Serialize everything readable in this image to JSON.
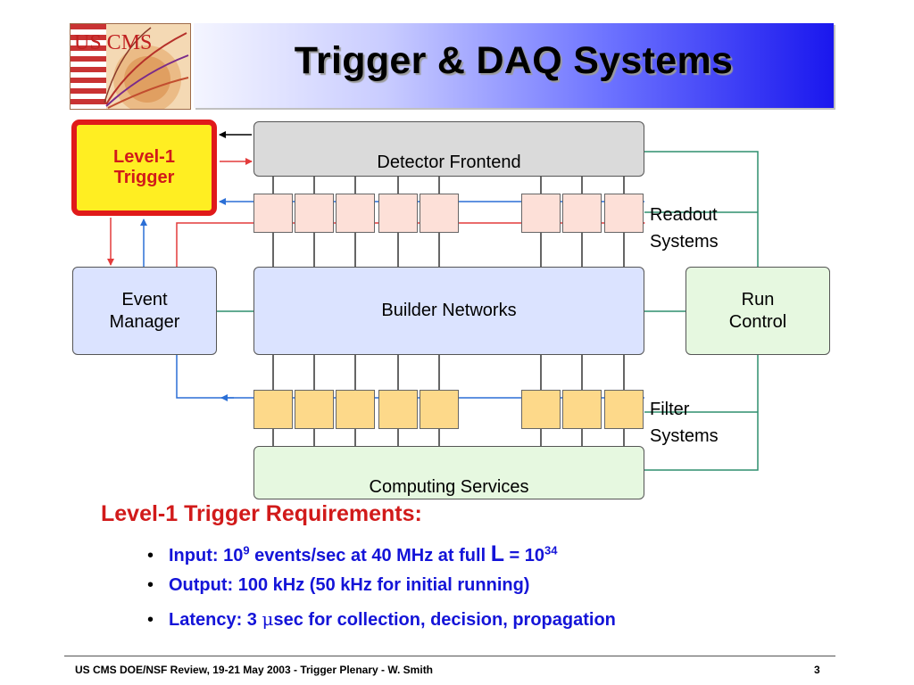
{
  "slide": {
    "title": "Trigger & DAQ Systems",
    "logo_text": "US CMS"
  },
  "diagram": {
    "detector_frontend": "Detector Frontend",
    "level1_trigger": [
      "Level-1",
      "Trigger"
    ],
    "readout_systems": [
      "Readout",
      "Systems"
    ],
    "event_manager": [
      "Event",
      "Manager"
    ],
    "builder_networks": "Builder Networks",
    "run_control": [
      "Run",
      "Control"
    ],
    "filter_systems": [
      "Filter",
      "Systems"
    ],
    "computing_services": "Computing Services",
    "colors": {
      "trigger_fill": "#ffee22",
      "trigger_border": "#e01a1a",
      "readout_cell": "#fde0d8",
      "filter_cell": "#fdd98a",
      "builder_fill": "#dbe3ff",
      "computing_fill": "#e6f8e0",
      "red_link": "#e33b3b",
      "blue_link": "#2b6fd6",
      "green_link": "#2f8f6f"
    }
  },
  "requirements": {
    "heading": "Level-1 Trigger Requirements:",
    "input": {
      "prefix": "Input: 10",
      "exp1": "9",
      "middle": " events/sec at 40 MHz at full ",
      "L": "L",
      "eq": " = 10",
      "exp2": "34"
    },
    "output": "Output: 100 kHz (50 kHz for initial running)",
    "latency": {
      "prefix": "Latency: 3 ",
      "mu": "μ",
      "suffix": "sec for collection, decision, propagation"
    }
  },
  "footer": {
    "text": "US CMS DOE/NSF Review, 19-21 May 2003 - Trigger Plenary - W. Smith",
    "page_number": "3"
  }
}
